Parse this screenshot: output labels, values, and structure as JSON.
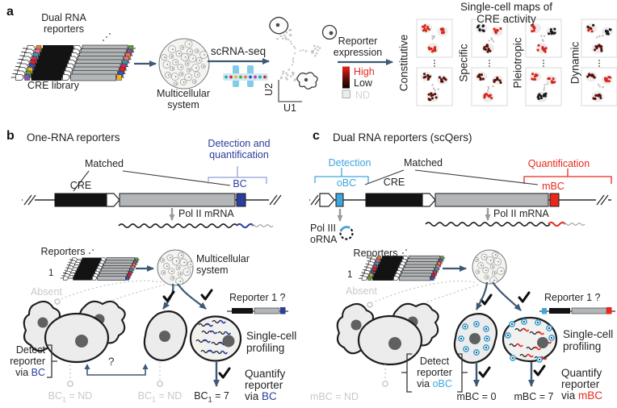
{
  "colors": {
    "navy": "#2c3e9b",
    "lightblue": "#3fa6dc",
    "red": "#e9281c",
    "gray_text": "#c9c9c9",
    "slate_arrow": "#3d5974",
    "map_red": "#dc2418",
    "map_dark": "#581009",
    "map_black": "#191919"
  },
  "panel_a": {
    "label": "a",
    "dual_rna": "Dual RNA\nreporters",
    "cre_library": "CRE library",
    "multicellular": "Multicellular\nsystem",
    "scrna": "scRNA-seq",
    "u1": "U1",
    "u2": "U2",
    "reporter_expr": "Reporter\nexpression",
    "high": "High",
    "low": "Low",
    "nd": "ND",
    "maps_title": "Single-cell maps of CRE activity",
    "maps": [
      {
        "label": "Constitutive",
        "top": [
          "red",
          "red",
          "red"
        ],
        "bottom": [
          "dark",
          "dark",
          "dark"
        ]
      },
      {
        "label": "Specific",
        "top": [
          "black",
          "red",
          "dark"
        ],
        "bottom": [
          "dark",
          "dark",
          "red"
        ]
      },
      {
        "label": "Pleiotropic",
        "top": [
          "red",
          "black",
          "red"
        ],
        "bottom": [
          "red",
          "red",
          "black"
        ]
      },
      {
        "label": "Dynamic",
        "top": [
          "mix",
          "black",
          "dark"
        ],
        "bottom": [
          "dark",
          "red",
          "dark"
        ]
      }
    ]
  },
  "panel_b": {
    "label": "b",
    "title": "One-RNA reporters",
    "detection_quant": "Detection and\nquantification",
    "matched": "Matched",
    "cre": "CRE",
    "bc": "BC",
    "pol2": "Pol II mRNA",
    "reporters": "Reporters",
    "one": "1",
    "multicellular": "Multicellular\nsystem",
    "absent": "Absent",
    "reporter1": "Reporter 1 ?",
    "profiling": "Single-cell\nprofiling",
    "detect_l1": "Detect",
    "detect_l2": "reporter",
    "detect_l3_pre": "via ",
    "detect_l3_bc": "BC",
    "question": "?",
    "bc_nd1": {
      "pre": "BC",
      "sub": "1",
      "post": " = ND"
    },
    "bc_nd2": {
      "pre": "BC",
      "sub": "1",
      "post": " = ND"
    },
    "bc_7": {
      "pre": "BC",
      "sub": "1",
      "post": " = 7"
    },
    "quant_l1": "Quantify",
    "quant_l2": "reporter",
    "quant_l3_pre": "via ",
    "quant_l3_bc": "BC"
  },
  "panel_c": {
    "label": "c",
    "title": "Dual RNA reporters (scQers)",
    "detection": "Detection",
    "matched": "Matched",
    "quantification": "Quantification",
    "obc": "oBC",
    "cre": "CRE",
    "mbc": "mBC",
    "pol3": "Pol III\noRNA",
    "pol2": "Pol II mRNA",
    "reporters": "Reporters",
    "one": "1",
    "absent": "Absent",
    "reporter1": "Reporter 1 ?",
    "profiling": "Single-cell\nprofiling",
    "detect_l1": "Detect",
    "detect_l2": "reporter",
    "detect_l3_pre": "via ",
    "detect_l3_obc": "oBC",
    "mbc_nd": "mBC = ND",
    "mbc_0": "mBC = 0",
    "mbc_7": "mBC = 7",
    "quant_l1": "Quantify",
    "quant_l2": "reporter",
    "quant_l3_pre": "via ",
    "quant_l3_mbc": "mBC"
  }
}
